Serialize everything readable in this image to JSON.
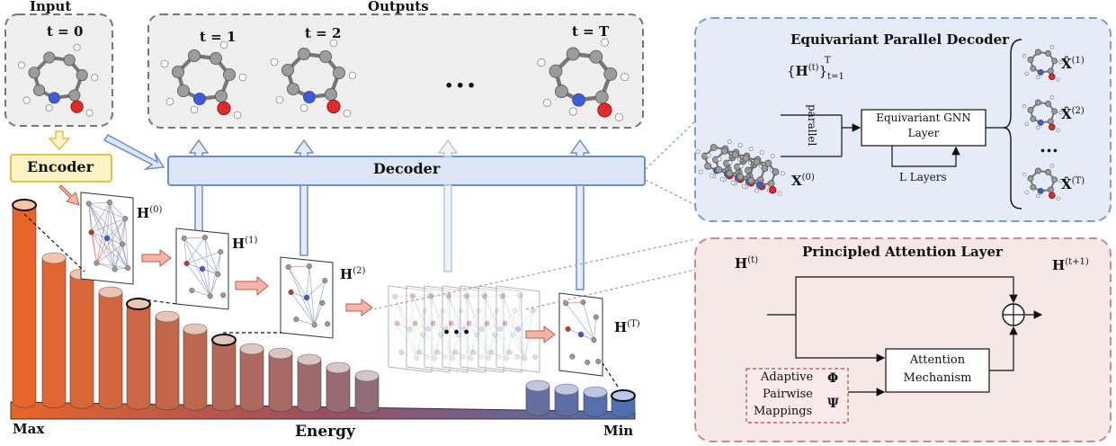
{
  "labels": {
    "input_title": "Input",
    "outputs_title": "Outputs",
    "t0": "t = 0",
    "t1": "t = 1",
    "t2": "t = 2",
    "tdots": "...",
    "tT": "t = T",
    "encoder": "Encoder",
    "decoder": "Decoder",
    "max": "Max",
    "energy": "Energy",
    "min": "Min",
    "mid_dots": "..."
  },
  "decoder_panel": {
    "title": "Equivariant Parallel Decoder",
    "h_set": "{H",
    "h_set_sup": "(t)",
    "h_set_close": "}",
    "h_set_sub": "t=1",
    "h_set_supT": "T",
    "parallel": "parallel",
    "gnn_line1": "Equivariant GNN",
    "gnn_line2": "Layer",
    "l_layers": "L Layers",
    "x0": "X",
    "x0_sup": "(0)",
    "out1": "X̂",
    "out1_sup": "(1)",
    "out2": "X̂",
    "out2_sup": "(2)",
    "out_dots": "...",
    "outT": "X̂",
    "outT_sup": "(T)"
  },
  "attention_panel": {
    "title": "Principled Attention Layer",
    "h_in": "H",
    "h_in_sup": "(t)",
    "h_out": "H",
    "h_out_sup": "(t+1)",
    "apm_line1": "Adaptive",
    "apm_line2": "Pairwise",
    "apm_line3": "Mappings",
    "phi": "Φ",
    "psi": "Ψ",
    "att_line1": "Attention",
    "att_line2": "Mechanism"
  },
  "h_states": [
    {
      "base": "H",
      "sup": "(0)"
    },
    {
      "base": "H",
      "sup": "(1)"
    },
    {
      "base": "H",
      "sup": "(2)"
    },
    {
      "base": "H",
      "sup": "(T)"
    }
  ],
  "colors": {
    "bar_high": "#e8652a",
    "bar_low": "#4f6fb3",
    "decoder_fill": "#dbe5f4",
    "decoder_stroke": "#6d8fc4",
    "encoder_fill": "#fdf4c6",
    "encoder_stroke": "#e6c04c",
    "panel_blue_fill": "#e6ecf7",
    "panel_blue_stroke": "#7e9cc8",
    "panel_red_fill": "#f7e8e8",
    "panel_red_stroke": "#c98b8b",
    "arrow_red": "#f2b6a8"
  }
}
